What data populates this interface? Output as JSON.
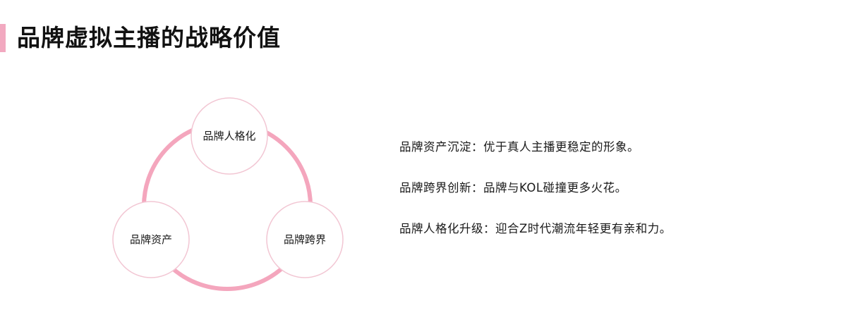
{
  "title": "品牌虚拟主播的战略价值",
  "colors": {
    "accent": "#f2a9c0",
    "cycle_ring": "#f4a6bd",
    "node_border": "#f2c6d3"
  },
  "diagram": {
    "nodes": [
      {
        "label": "品牌人格化"
      },
      {
        "label": "品牌资产"
      },
      {
        "label": "品牌跨界"
      }
    ]
  },
  "descriptions": [
    "品牌资产沉淀：优于真人主播更稳定的形象。",
    "品牌跨界创新：品牌与KOL碰撞更多火花。",
    "品牌人格化升级：迎合Z时代潮流年轻更有亲和力。"
  ]
}
